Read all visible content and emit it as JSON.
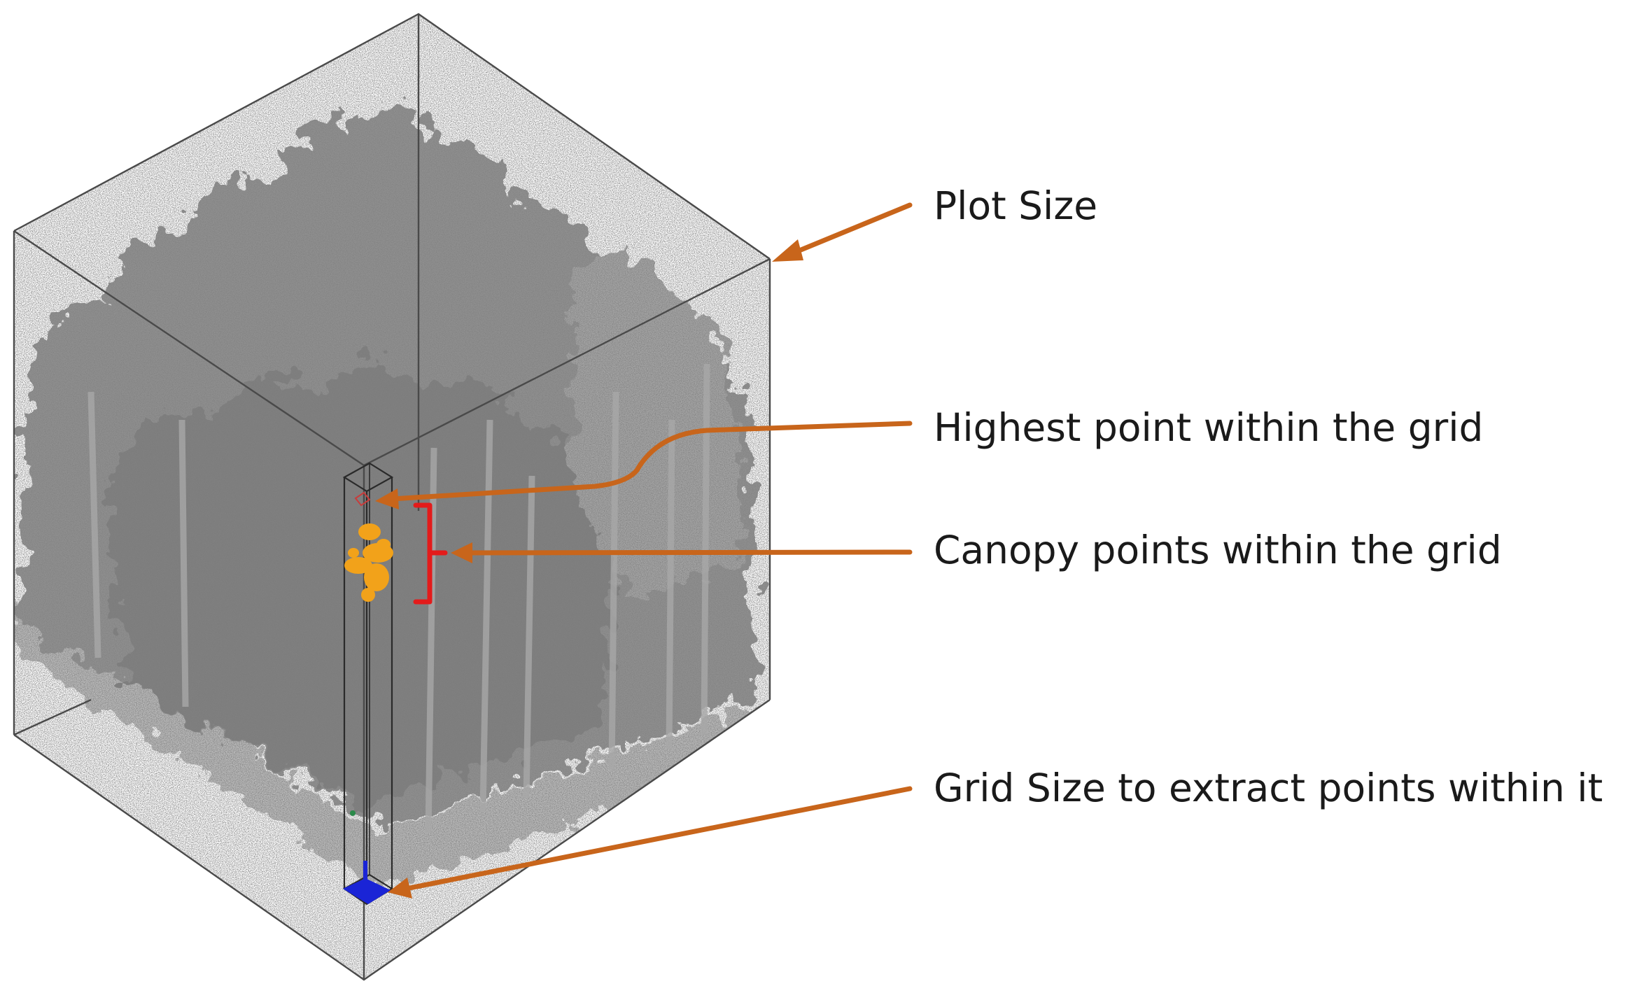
{
  "labels": {
    "plot_size": "Plot Size",
    "highest_point": "Highest point within the grid",
    "canopy_points": "Canopy points within the grid",
    "grid_size": "Grid Size to extract points within it"
  },
  "colors": {
    "background": "#ffffff",
    "box_edges": "#4a4a4a",
    "callout_arrow": "#c8651b",
    "bracket": "#e31b1b",
    "canopy_points": "#f2a21a",
    "grid_base": "#1a24d6",
    "point_cloud": "#8f8f8f",
    "label_text": "#1a1a1a"
  },
  "icons": {
    "point_cloud": "lidar-forest-point-cloud",
    "plot_box": "3d-wireframe-cube",
    "grid_column": "vertical-grid-column"
  }
}
